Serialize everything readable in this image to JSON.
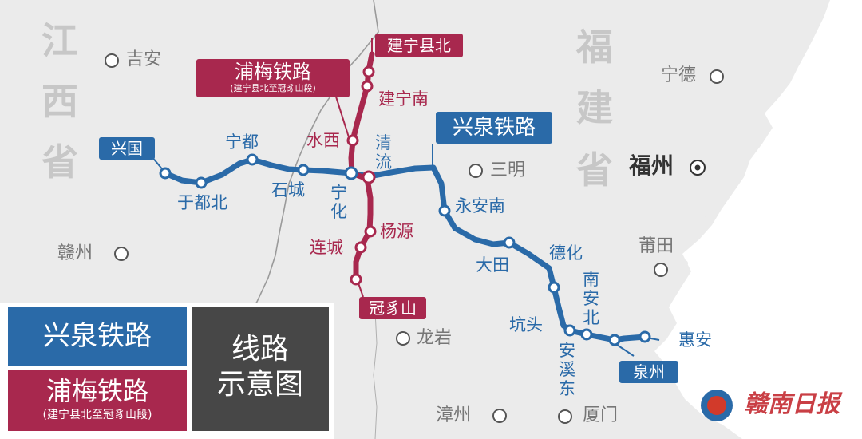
{
  "colors": {
    "xingquan": "#2a6aa8",
    "pumei": "#a8284e",
    "boundary": "#9a9a9a",
    "land": "#ebebeb",
    "legend_dark": "#474747"
  },
  "provinces": {
    "jiangxi": [
      "江",
      "西",
      "省"
    ],
    "fujian": [
      "福",
      "建",
      "省"
    ]
  },
  "cities": {
    "jian": "吉安",
    "ganzhou": "赣州",
    "longyan": "龙岩",
    "zhangzhou": "漳州",
    "sanming": "三明",
    "ningde": "宁德",
    "fuzhou": "福州",
    "putian": "莆田",
    "xiamen": "厦门"
  },
  "line_tags": {
    "xingquan": "兴泉铁路",
    "pumei_title": "浦梅铁路",
    "pumei_sub": "(建宁县北至冠豸山段)"
  },
  "stations": {
    "xingguo": "兴国",
    "yudubei": "于都北",
    "ningdu": "宁都",
    "shicheng": "石城",
    "ninghua": "宁化",
    "qingliu": "清流",
    "yonganan": "永安南",
    "datian": "大田",
    "dehua": "德化",
    "kengtou": "坑头",
    "nananbei": "南安北",
    "anxidong": "安溪东",
    "quanzhou": "泉州",
    "huian": "惠安",
    "jianningxianbei": "建宁县北",
    "jianningnan": "建宁南",
    "shuixi": "水西",
    "yangyuan": "杨源",
    "liancheng": "连城",
    "guanzhishan": "冠豸山"
  },
  "legend": {
    "xingquan": "兴泉铁路",
    "pumei_title": "浦梅铁路",
    "pumei_sub": "(建宁县北至冠豸山段)",
    "title_line1": "线路",
    "title_line2": "示意图"
  },
  "watermark": "赣南日报"
}
